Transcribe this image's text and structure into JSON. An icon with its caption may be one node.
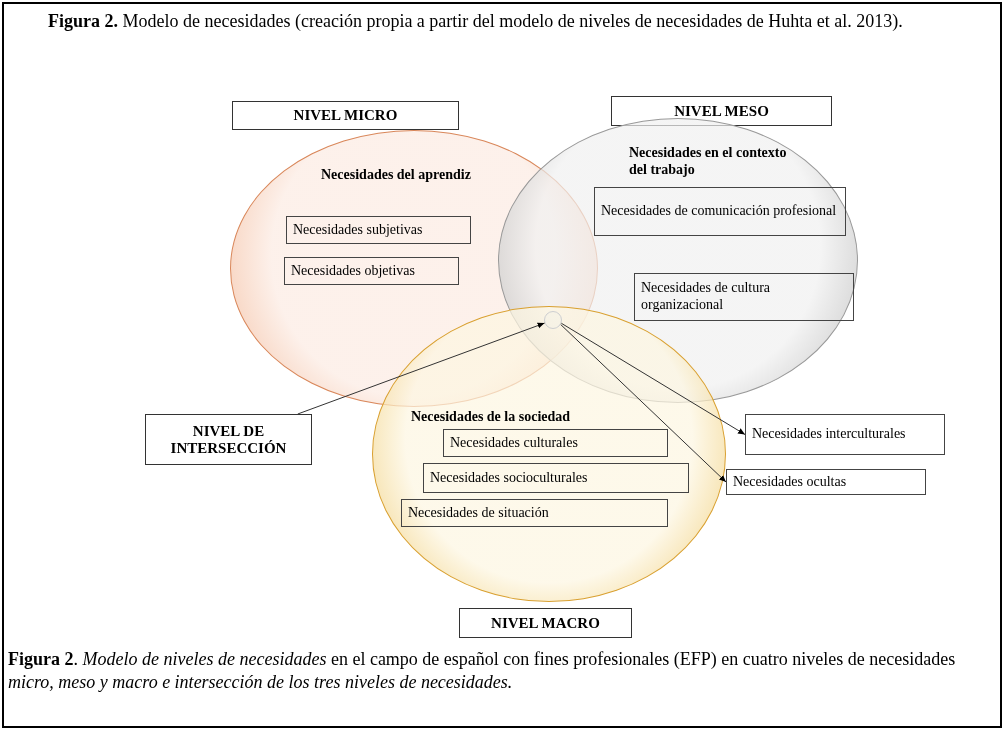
{
  "diagram": {
    "title": "**Figura 2.** Modelo de necesidades (creación propia a partir del modelo de niveles de necesidades de Huhta et al. 2013).",
    "nodes": [
      {
        "text": [
          "NIVEL MICRO"
        ]
      },
      {
        "text": [
          "NIVEL MESO"
        ]
      },
      {
        "text": [
          "Necesidades del aprendiz"
        ]
      },
      {
        "text": [
          "Necesidades subjetivas"
        ],
        "in": 2
      },
      {
        "text": [
          "Necesidades objetivas"
        ],
        "in": 2
      },
      {
        "text": [
          "Necesidades en el contexto del trabajo"
        ]
      },
      {
        "text": [
          "Necesidades de comunicación profesional"
        ],
        "in": 5
      },
      {
        "text": [
          "Necesidades de cultura organizacional"
        ],
        "in": 5
      },
      {
        "text": [],
        "shape": "circle"
      },
      {
        "text": [
          "NIVEL DE INTERSECCIÓN"
        ]
      },
      {
        "text": [
          "Necesidades de la sociedad"
        ]
      },
      {
        "text": [
          "Necesidades culturales"
        ],
        "in": 10
      },
      {
        "text": [
          "Necesidades socioculturales"
        ],
        "in": 10
      },
      {
        "text": [
          "Necesidades de situación"
        ],
        "in": 10
      },
      {
        "text": [
          "Necesidades interculturales"
        ]
      },
      {
        "text": [
          "Necesidades ocultas"
        ]
      },
      {
        "text": [
          "NIVEL MACRO"
        ]
      }
    ],
    "edges": [
      {
        "from": 9,
        "to": 8,
        "arrow": "to"
      },
      {
        "from": 8,
        "to": 14,
        "arrow": "to"
      },
      {
        "from": 8,
        "to": 15,
        "arrow": "to"
      }
    ],
    "caption": "**Figura 2**. *Modelo de niveles de necesidades* en el campo de español con fines profesionales (EFP) en cuatro niveles de necesidades *micro, meso y macro e intersección de los tres niveles de necesidades.*"
  }
}
